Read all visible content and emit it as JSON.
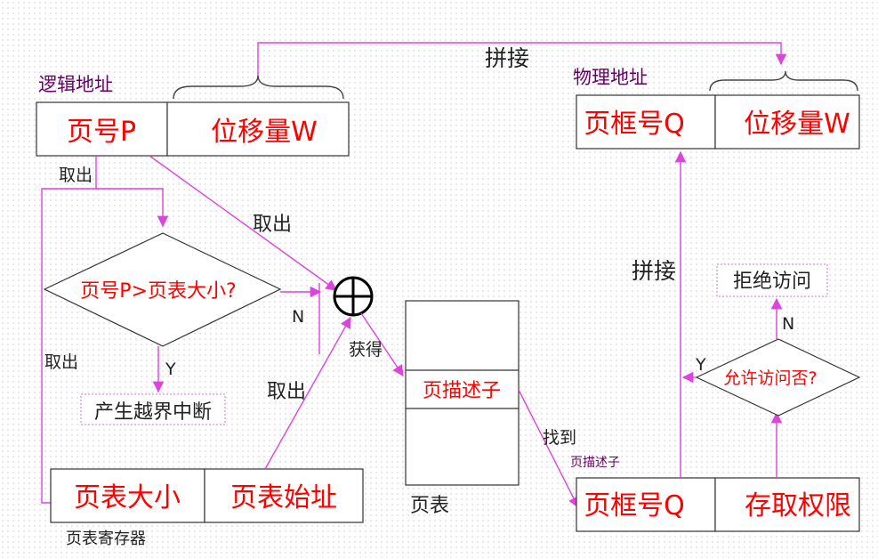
{
  "logical_address": {
    "title": "逻辑地址",
    "page_number": "页号P",
    "offset": "位移量W"
  },
  "physical_address": {
    "title": "物理地址",
    "frame_number": "页框号Q",
    "offset": "位移量W"
  },
  "labels": {
    "concat_top": "拼接",
    "fetch_left": "取出",
    "fetch_mid": "取出",
    "fetch_bottom_left": "取出",
    "fetch_lower_mid": "取出",
    "decision_no": "N",
    "decision_yes": "Y",
    "obtain": "获得",
    "found": "找到",
    "found_sub": "页描述子",
    "concat_right": "拼接",
    "access_yes": "Y",
    "access_no": "N"
  },
  "bounds_check": {
    "question": "页号P>页表大小?",
    "interrupt": "产生越界中断"
  },
  "page_table": {
    "title": "页表",
    "descriptor": "页描述子"
  },
  "page_table_register": {
    "title": "页表寄存器",
    "size": "页表大小",
    "start": "页表始址"
  },
  "descriptor_detail": {
    "frame_number": "页框号Q",
    "access_rights": "存取权限"
  },
  "access_check": {
    "question": "允许访问否?",
    "deny": "拒绝访问"
  },
  "colors": {
    "red": "#ff0000",
    "purple_lines": "#dd44dd",
    "title_purple": "#660066"
  }
}
